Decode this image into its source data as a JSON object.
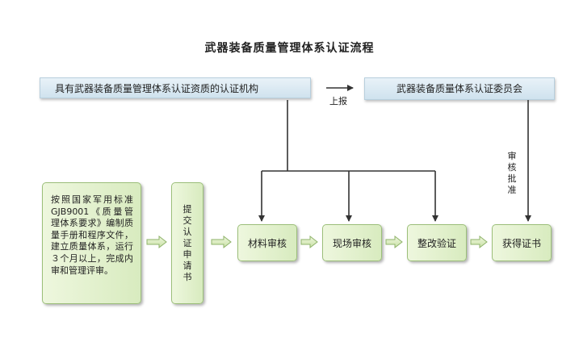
{
  "title": "武器装备质量管理体系认证流程",
  "org_left": "具有武器装备质量管理体系认证资质的认证机构",
  "org_right": "武器装备质量体系认证委员会",
  "report_label": "上报",
  "approve_label": "审核批准",
  "prep_text": "按照国家军用标准GJB9001《质量管理体系要求》编制质量手册和程序文件，建立质量体系，运行３个月以上，完成内审和管理评审。",
  "apply_text": "提交认证申请书",
  "steps": [
    "材料审核",
    "现场审核",
    "整改验证",
    "获得证书"
  ],
  "colors": {
    "band": "#cfe2ee",
    "box_fill": "#d8ebbf",
    "box_border": "#9cbf7a",
    "line": "#333333"
  }
}
